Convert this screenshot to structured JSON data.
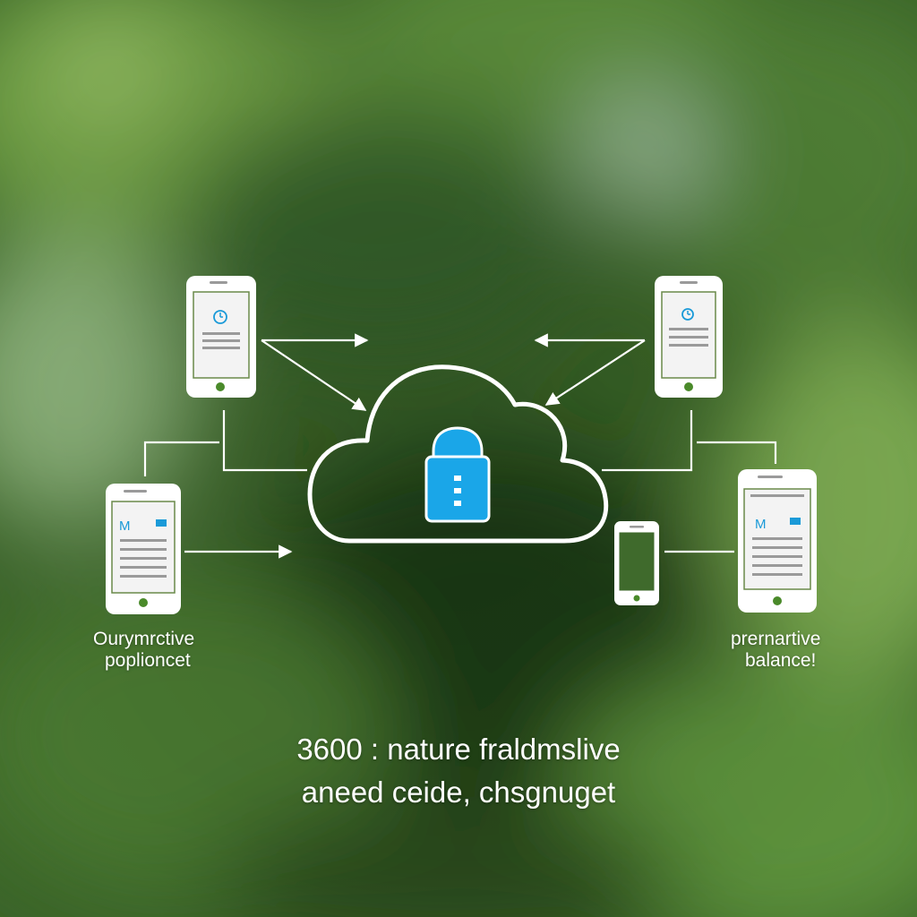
{
  "colors": {
    "bg_dark": "#1e3a16",
    "bg_mid": "#3f6a2c",
    "bg_light": "#7fae52",
    "stroke": "#ffffff",
    "lock_fill": "#1aa6e8",
    "screen_fill": "#f3f3f3",
    "screen_border": "#6a8a4a",
    "line_gray": "#9a9a9a",
    "accent_blue": "#1a9ad8"
  },
  "icons": {
    "cloud": "cloud-icon",
    "lock": "padlock-icon",
    "phones": "smartphone-icon",
    "clock": "clock-icon",
    "mail": "mail-icon"
  },
  "phone_badges": {
    "mail_left": "M",
    "mail_right": "M"
  },
  "labels": {
    "left_line1": "Ourymrctive",
    "left_line2": "poplioncet",
    "right_line1": "prernartive",
    "right_line2": "balance!"
  },
  "caption": {
    "line1": "3600 : nature fraldmslive",
    "line2": "aneed ceide, chsgnuget"
  }
}
